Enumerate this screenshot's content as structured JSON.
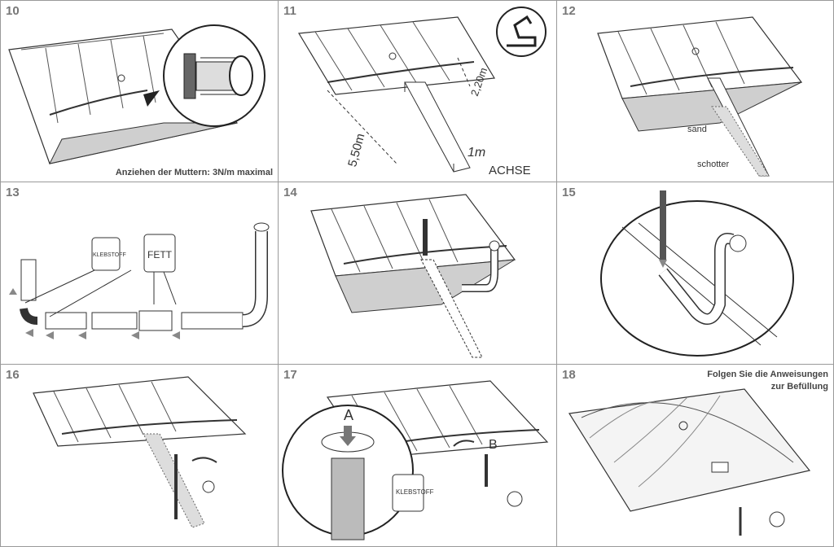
{
  "panels": [
    {
      "number": "10",
      "caption": "Anziehen der Muttern: 3N/m maximal"
    },
    {
      "number": "11",
      "dim_width": "2,20m",
      "dim_length": "5,50m",
      "dim_depth": "1m",
      "axis": "ACHSE",
      "icon": "excavator-icon"
    },
    {
      "number": "12",
      "label_sand": "sand",
      "label_gravel": "schotter"
    },
    {
      "number": "13",
      "label_glue": "KLEBSTOFF",
      "label_grease": "FETT"
    },
    {
      "number": "14"
    },
    {
      "number": "15"
    },
    {
      "number": "16"
    },
    {
      "number": "17",
      "label_a": "A",
      "label_b": "B",
      "label_glue": "KLEBSTOFF"
    },
    {
      "number": "18",
      "caption_line1": "Folgen Sie die Anweisungen",
      "caption_line2": "zur Befüllung"
    }
  ],
  "colors": {
    "border": "#9a9a9a",
    "ink": "#333333",
    "shade": "#bdbdbd",
    "arrow": "#888888"
  }
}
